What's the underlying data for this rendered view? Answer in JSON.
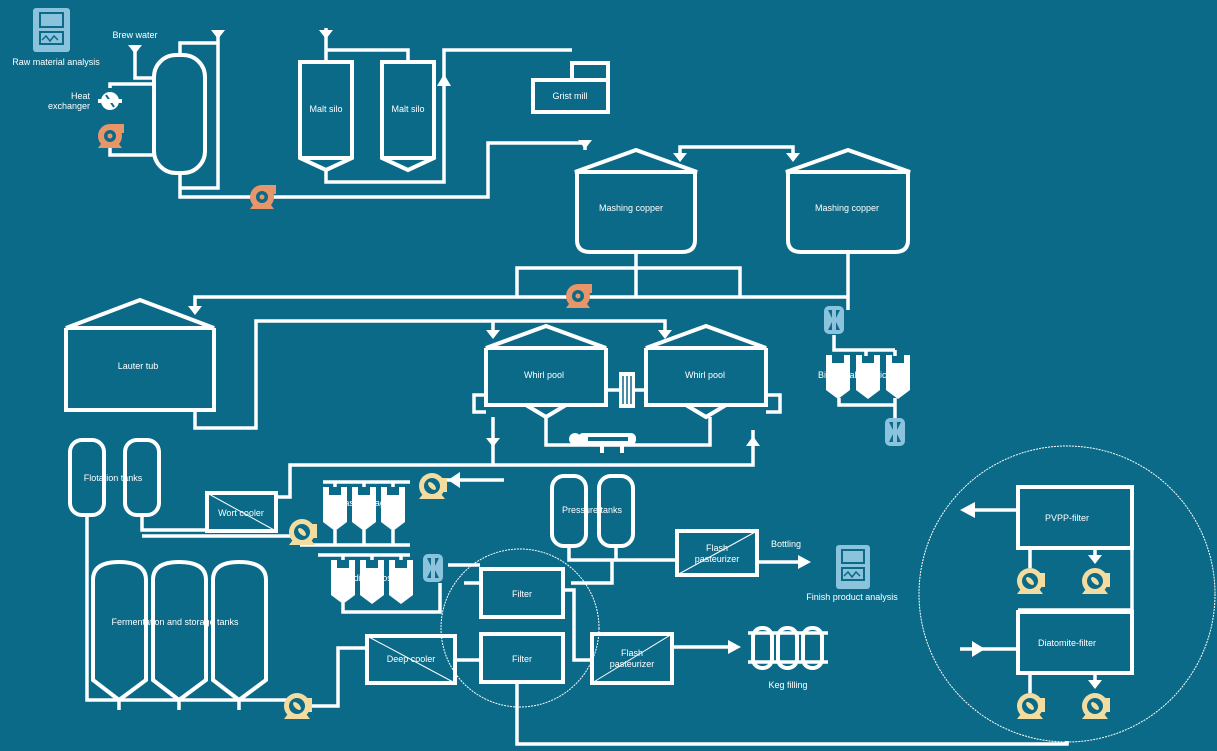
{
  "labels": {
    "raw_analysis": "Raw material analysis",
    "brew_water": "Brew water",
    "heat_exchanger_1": "Heat",
    "heat_exchanger_2": "exchanger",
    "malt_silo_1": "Malt silo",
    "malt_silo_2": "Malt silo",
    "grist_mill": "Grist mill",
    "mashing_copper_1": "Mashing copper",
    "mashing_copper_2": "Mashing copper",
    "lauter_tub": "Lauter tub",
    "whirlpool_1": "Whirl pool",
    "whirlpool_2": "Whirl pool",
    "biological_acidification": "Biological acidification",
    "flotation_tanks": "Flotation tanks",
    "wort_cooler": "Wort cooler",
    "yeast_dosage": "Yeast Dosage",
    "ingredient_dosage": "Ingredient Dosage",
    "pressure_tanks": "Pressure tanks",
    "flash_pasteurizer_1a": "Flash",
    "flash_pasteurizer_1b": "pasteurizer",
    "bottling": "Bottling",
    "finish_analysis": "Finish product analysis",
    "fermentation_tanks": "Fermentation and storage tanks",
    "filter_1": "Filter",
    "filter_2": "Filter",
    "deep_cooler": "Deep cooler",
    "flash_pasteurizer_2a": "Flash",
    "flash_pasteurizer_2b": "pasteurizer",
    "keg_filling": "Keg filling",
    "pvpp_filter": "PVPP-filter",
    "diatomite_filter": "Diatomite-filter"
  },
  "colors": {
    "background": "#0b6a88",
    "pump_orange": "#e8956a",
    "pump_yellow": "#f3dc9f",
    "valve_blue": "#8cc3dc"
  }
}
